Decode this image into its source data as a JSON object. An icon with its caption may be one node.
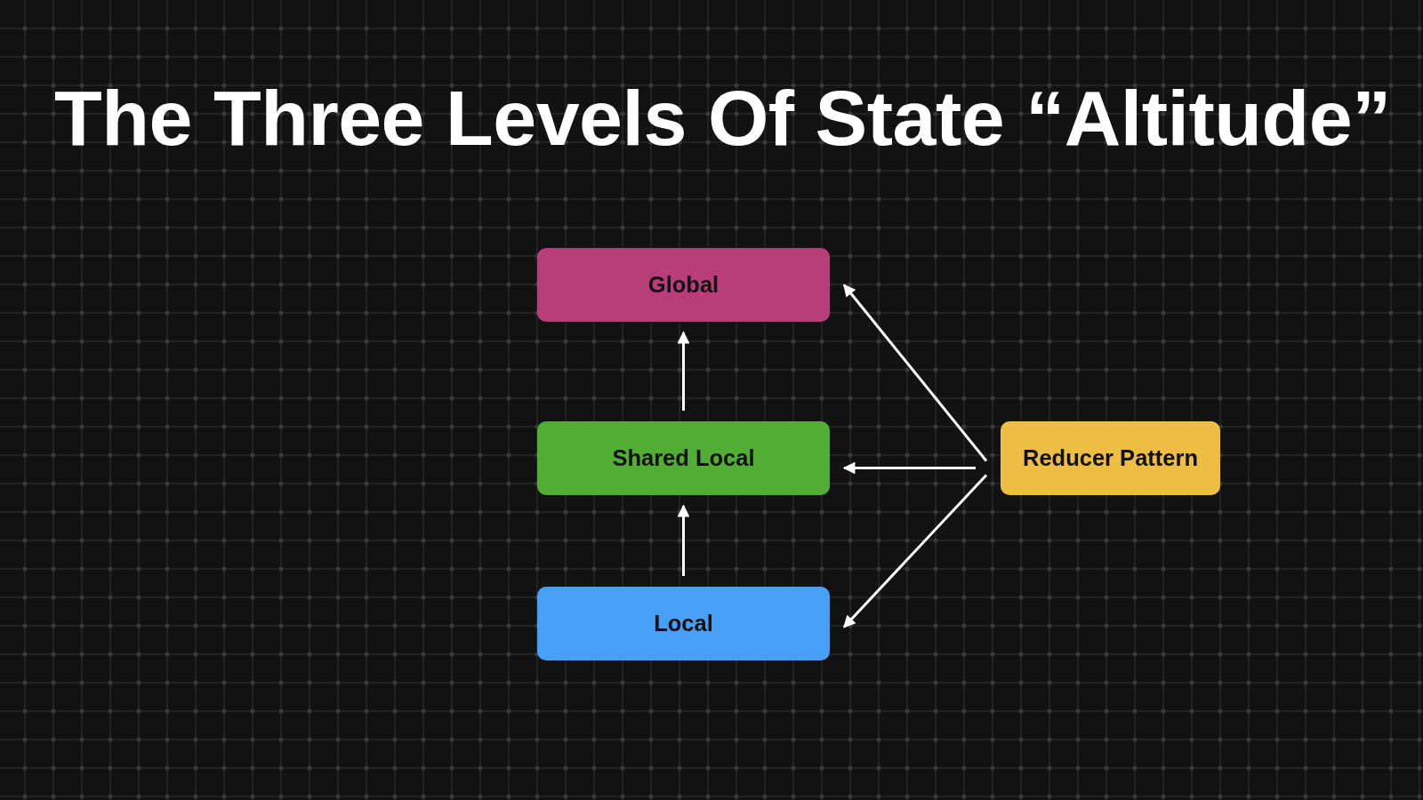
{
  "diagram": {
    "title": "The Three Levels Of State “Altitude”",
    "nodes": [
      {
        "text": [
          "Global"
        ]
      },
      {
        "text": [
          "Shared Local"
        ]
      },
      {
        "text": [
          "Local"
        ]
      },
      {
        "text": [
          "Reducer Pattern"
        ]
      }
    ],
    "edges": [
      {
        "from": 1,
        "to": 0,
        "arrow": "to"
      },
      {
        "from": 2,
        "to": 1,
        "arrow": "to"
      },
      {
        "from": 3,
        "to": 0,
        "arrow": "to"
      },
      {
        "from": 3,
        "to": 1,
        "arrow": "to"
      },
      {
        "from": 3,
        "to": 2,
        "arrow": "to"
      }
    ]
  }
}
